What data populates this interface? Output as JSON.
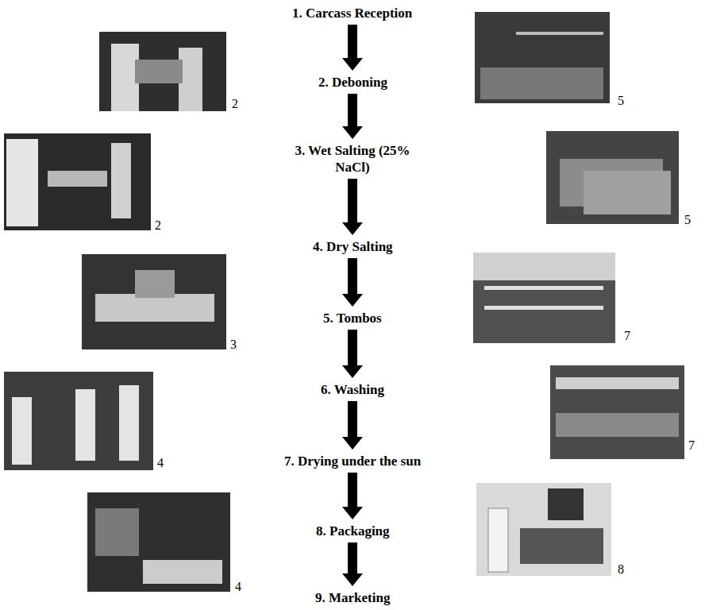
{
  "diagram": {
    "nodes": [
      {
        "text": [
          "1. Carcass Reception"
        ]
      },
      {
        "text": [
          "2. Deboning"
        ]
      },
      {
        "text": [
          "3. Wet Salting (25% NaCl)"
        ]
      },
      {
        "text": [
          "4. Dry Salting"
        ]
      },
      {
        "text": [
          "5. Tombos"
        ]
      },
      {
        "text": [
          "6. Washing"
        ]
      },
      {
        "text": [
          "7. Drying under the sun"
        ]
      },
      {
        "text": [
          "8. Packaging"
        ]
      },
      {
        "text": [
          "9. Marketing"
        ]
      }
    ],
    "edges": [
      {
        "from": 0,
        "to": 1,
        "arrow": "to"
      },
      {
        "from": 1,
        "to": 2,
        "arrow": "to"
      },
      {
        "from": 2,
        "to": 3,
        "arrow": "to"
      },
      {
        "from": 3,
        "to": 4,
        "arrow": "to"
      },
      {
        "from": 4,
        "to": 5,
        "arrow": "to"
      },
      {
        "from": 5,
        "to": 6,
        "arrow": "to"
      },
      {
        "from": 6,
        "to": 7,
        "arrow": "to"
      },
      {
        "from": 7,
        "to": 8,
        "arrow": "to"
      }
    ],
    "labels": [
      "2",
      "5",
      "2",
      "5",
      "3",
      "7",
      "4",
      "7",
      "4",
      "8"
    ]
  }
}
